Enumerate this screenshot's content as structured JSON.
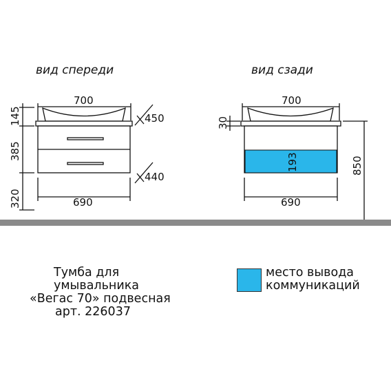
{
  "views": {
    "front_title": "вид спереди",
    "back_title": "вид сзади"
  },
  "front_dims": {
    "top_width": "700",
    "bottom_width": "690",
    "basin_height": "145",
    "cabinet_height": "385",
    "floor_gap": "320",
    "depth_top": "450",
    "depth_bottom": "440"
  },
  "back_dims": {
    "top_width": "700",
    "bottom_width": "690",
    "top_height": "30",
    "utility_zone": "193",
    "total_height": "850"
  },
  "caption": {
    "line1": "Тумба для",
    "line2": "умывальника",
    "line3": "«Вегас 70» подвесная",
    "line4": "арт. 226037"
  },
  "legend": {
    "line1": "место вывода",
    "line2": "коммуникаций",
    "color": "#2ab6ea"
  },
  "colors": {
    "floor": "#8a8a8a",
    "utility_zone": "#2ab6ea",
    "lines": "#111111"
  }
}
